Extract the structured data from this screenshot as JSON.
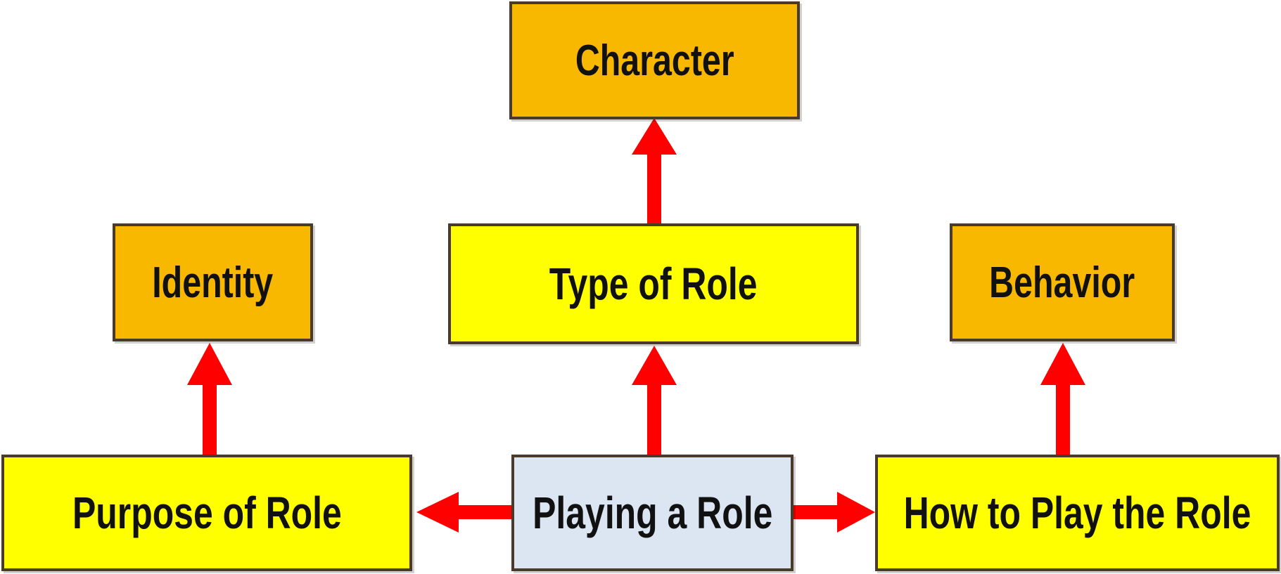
{
  "colors": {
    "orange_fill": "#f9b800",
    "yellow_fill": "#ffff00",
    "center_fill": "#dce6f2",
    "border": "#4a3a2a",
    "arrow": "#ff0000"
  },
  "nodes": {
    "character": "Character",
    "identity": "Identity",
    "type_of_role": "Type of Role",
    "behavior": "Behavior",
    "purpose_of_role": "Purpose of Role",
    "playing_a_role": "Playing a Role",
    "how_to_play": "How to Play the Role"
  },
  "edges": [
    {
      "from": "playing_a_role",
      "to": "type_of_role"
    },
    {
      "from": "type_of_role",
      "to": "character"
    },
    {
      "from": "playing_a_role",
      "to": "purpose_of_role"
    },
    {
      "from": "playing_a_role",
      "to": "how_to_play"
    },
    {
      "from": "purpose_of_role",
      "to": "identity"
    },
    {
      "from": "how_to_play",
      "to": "behavior"
    }
  ]
}
